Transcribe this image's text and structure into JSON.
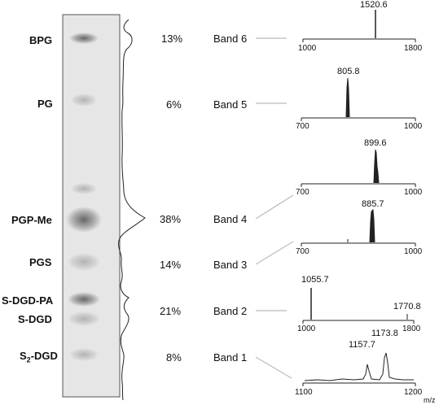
{
  "figure": {
    "lipids": [
      {
        "id": "bpg",
        "name": "BPG",
        "sub": ""
      },
      {
        "id": "pg",
        "name": "PG",
        "sub": ""
      },
      {
        "id": "pgp-me",
        "name": "PGP-Me",
        "sub": ""
      },
      {
        "id": "pgs",
        "name": "PGS",
        "sub": ""
      },
      {
        "id": "s-dgd-pa",
        "name": "S-DGD-PA",
        "sub": ""
      },
      {
        "id": "s-dgd",
        "name": "S-DGD",
        "sub": ""
      },
      {
        "id": "s2-dgd",
        "name": "S",
        "sub": "2",
        "suffix": "-DGD"
      }
    ],
    "percentages": [
      "13%",
      "6%",
      "38%",
      "14%",
      "21%",
      "8%"
    ],
    "bands": [
      "Band 6",
      "Band 5",
      "Band 4",
      "Band 3",
      "Band 2",
      "Band 1"
    ],
    "spectra": [
      {
        "id": "band6",
        "x_min": "1000",
        "x_max": "1800",
        "peaks": [
          "1520.6"
        ]
      },
      {
        "id": "band5",
        "x_min": "700",
        "x_max": "1000",
        "peaks": [
          "805.8"
        ]
      },
      {
        "id": "band4-upper",
        "x_min": "700",
        "x_max": "1000",
        "peaks": [
          "899.6"
        ]
      },
      {
        "id": "band4-lower",
        "x_min": "700",
        "x_max": "1000",
        "peaks": [
          "885.7"
        ]
      },
      {
        "id": "band2",
        "x_min": "1000",
        "x_max": "1800",
        "peaks": [
          "1055.7",
          "1770.8"
        ]
      },
      {
        "id": "band1",
        "x_min": "1100",
        "x_max": "1200",
        "peaks": [
          "1157.7",
          "1173.8"
        ]
      }
    ],
    "mz_label": "m/z"
  }
}
